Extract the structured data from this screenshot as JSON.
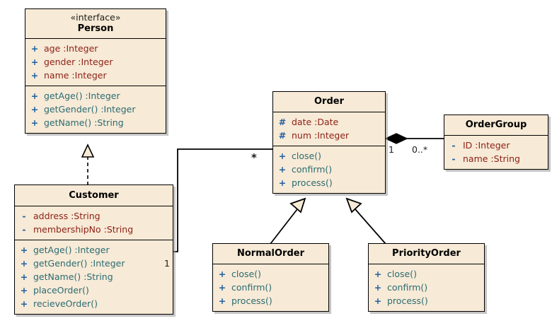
{
  "diagram": {
    "type": "uml-class-diagram",
    "title": "Order Management UML Class Diagram",
    "colors": {
      "box_fill": "#f7ead6",
      "border": "#000000",
      "attribute_text": "#8d2218",
      "method_text": "#2b6b72",
      "visibility_marker": "#1f5fa0",
      "background": "#ffffff",
      "shadow": "#969696"
    }
  },
  "classes": {
    "person": {
      "stereotype": "«interface»",
      "name": "Person",
      "attributes": [
        {
          "visibility": "+",
          "text": "age  :Integer"
        },
        {
          "visibility": "+",
          "text": "gender  :Integer"
        },
        {
          "visibility": "+",
          "text": "name  :Integer"
        }
      ],
      "methods": [
        {
          "visibility": "+",
          "text": "getAge()  :Integer"
        },
        {
          "visibility": "+",
          "text": "getGender()  :Integer"
        },
        {
          "visibility": "+",
          "text": "getName()  :String"
        }
      ]
    },
    "customer": {
      "stereotype": "",
      "name": "Customer",
      "attributes": [
        {
          "visibility": "-",
          "text": "address  :String"
        },
        {
          "visibility": "-",
          "text": "membershipNo  :String"
        }
      ],
      "methods": [
        {
          "visibility": "+",
          "text": "getAge()  :Integer"
        },
        {
          "visibility": "+",
          "text": "getGender()  :Integer"
        },
        {
          "visibility": "+",
          "text": "getName()  :String"
        },
        {
          "visibility": "+",
          "text": "placeOrder()"
        },
        {
          "visibility": "+",
          "text": "recieveOrder()"
        }
      ]
    },
    "order": {
      "stereotype": "",
      "name": "Order",
      "attributes": [
        {
          "visibility": "#",
          "text": "date  :Date"
        },
        {
          "visibility": "#",
          "text": "num  :Integer"
        }
      ],
      "methods": [
        {
          "visibility": "+",
          "text": "close()"
        },
        {
          "visibility": "+",
          "text": "confirm()"
        },
        {
          "visibility": "+",
          "text": "process()"
        }
      ]
    },
    "order_group": {
      "stereotype": "",
      "name": "OrderGroup",
      "attributes": [
        {
          "visibility": "-",
          "text": "ID  :Integer"
        },
        {
          "visibility": "-",
          "text": "name  :String"
        }
      ],
      "methods": []
    },
    "normal_order": {
      "stereotype": "",
      "name": "NormalOrder",
      "attributes": [],
      "methods": [
        {
          "visibility": "+",
          "text": "close()"
        },
        {
          "visibility": "+",
          "text": "confirm()"
        },
        {
          "visibility": "+",
          "text": "process()"
        }
      ]
    },
    "priority_order": {
      "stereotype": "",
      "name": "PriorityOrder",
      "attributes": [],
      "methods": [
        {
          "visibility": "+",
          "text": "close()"
        },
        {
          "visibility": "+",
          "text": "confirm()"
        },
        {
          "visibility": "+",
          "text": "process()"
        }
      ]
    }
  },
  "relationships": [
    {
      "id": "customer-realizes-person",
      "kind": "realization",
      "from": "Customer",
      "to": "Person",
      "line": "dashed",
      "arrow": "hollow-triangle",
      "source_label": "",
      "target_label": ""
    },
    {
      "id": "customer-places-order",
      "kind": "association",
      "from": "Customer",
      "to": "Order",
      "line": "solid",
      "arrow": "none",
      "source_label": "1",
      "target_label": "*"
    },
    {
      "id": "ordergroup-composes-order",
      "kind": "composition",
      "from": "Order",
      "to": "OrderGroup",
      "line": "solid",
      "arrow": "filled-diamond",
      "source_label": "1",
      "target_label": "0..*"
    },
    {
      "id": "normalorder-extends-order",
      "kind": "generalization",
      "from": "NormalOrder",
      "to": "Order",
      "line": "solid",
      "arrow": "hollow-triangle",
      "source_label": "",
      "target_label": ""
    },
    {
      "id": "priorityorder-extends-order",
      "kind": "generalization",
      "from": "PriorityOrder",
      "to": "Order",
      "line": "solid",
      "arrow": "hollow-triangle",
      "source_label": "",
      "target_label": ""
    }
  ],
  "edge_labels": {
    "order_many": "*",
    "customer_one": "1",
    "order_one": "1",
    "ordergroup_many": "0..*"
  }
}
